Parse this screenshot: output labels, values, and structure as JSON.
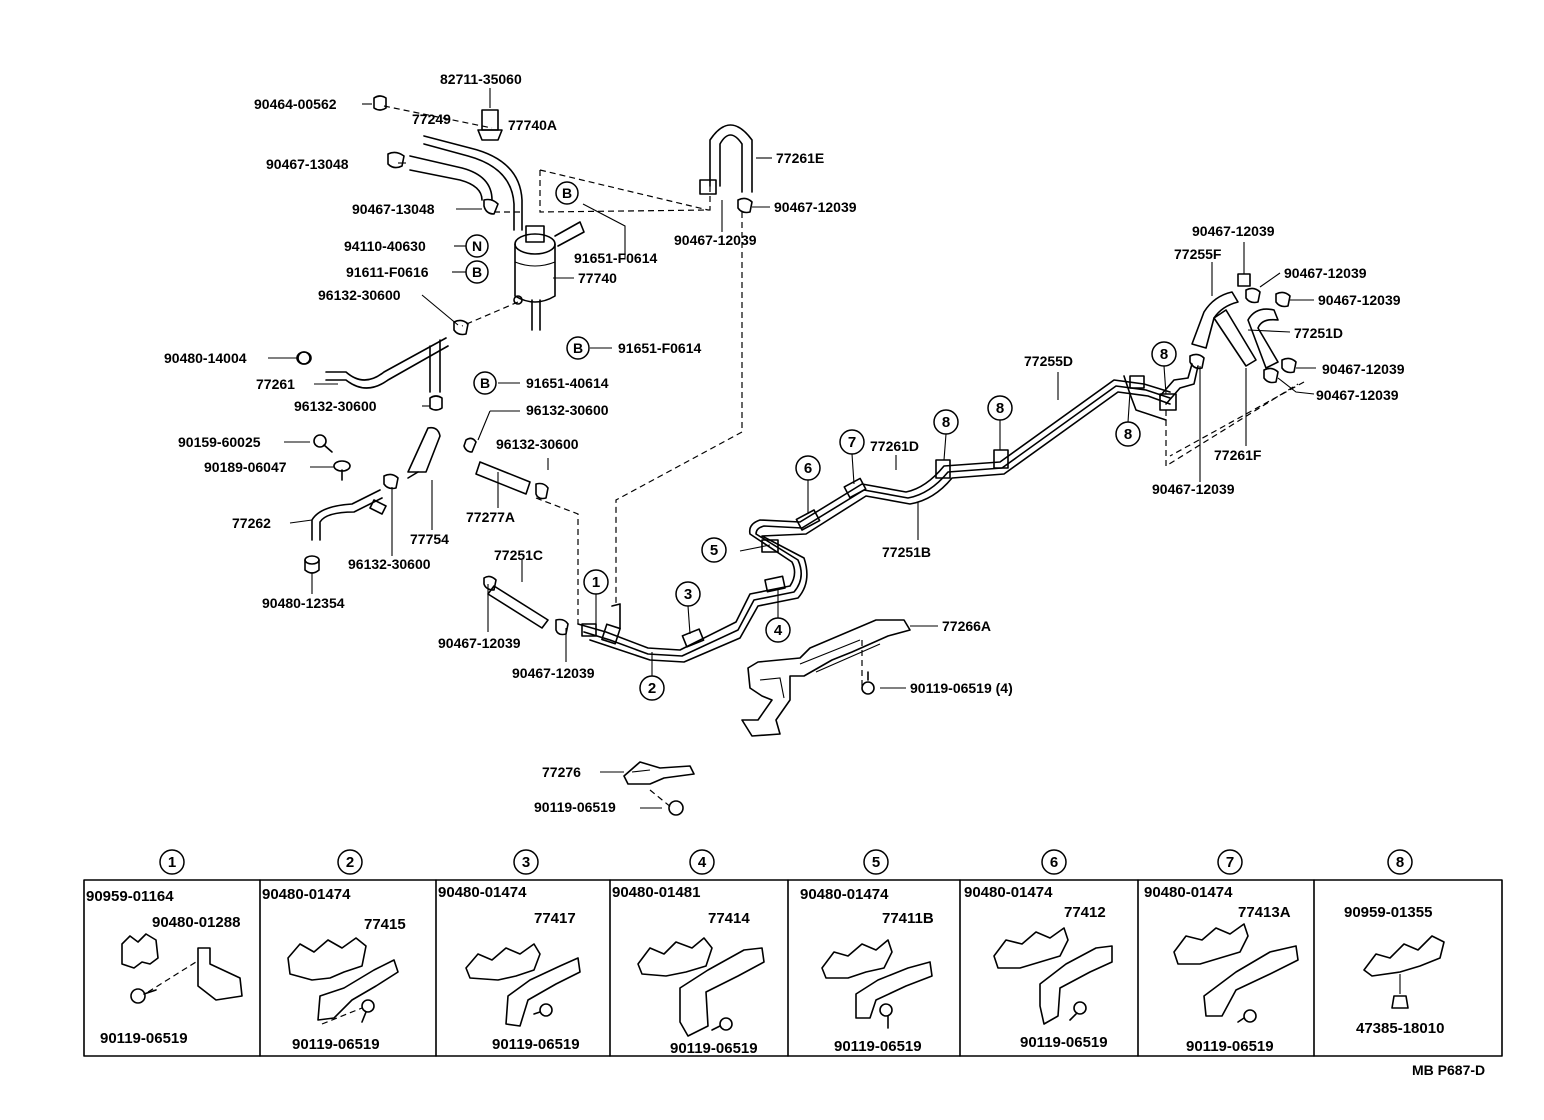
{
  "diagram_code": "MB  P687-D",
  "part_labels": {
    "p82711_35060": "82711-35060",
    "p90464_00562": "90464-00562",
    "p77249": "77249",
    "p77740A": "77740A",
    "p90467_13048_a": "90467-13048",
    "p90467_13048_b": "90467-13048",
    "p94110_40630": "94110-40630",
    "p91611_F0616": "91611-F0616",
    "p91651_F0614_a": "91651-F0614",
    "p77740": "77740",
    "p96132_30600_a": "96132-30600",
    "p91651_F0614_b": "91651-F0614",
    "p90480_14004": "90480-14004",
    "p77261": "77261",
    "p91651_40614": "91651-40614",
    "p96132_30600_b": "96132-30600",
    "p96132_30600_c": "96132-30600",
    "p96132_30600_d": "96132-30600",
    "p90159_60025": "90159-60025",
    "p90189_06047": "90189-06047",
    "p77262": "77262",
    "p77754": "77754",
    "p77277A": "77277A",
    "p96132_30600_e": "96132-30600",
    "p90480_12354": "90480-12354",
    "p77251C": "77251C",
    "p90467_12039_a": "90467-12039",
    "p90467_12039_b": "90467-12039",
    "p77261E": "77261E",
    "p90467_12039_c": "90467-12039",
    "p90467_12039_d": "90467-12039",
    "p77261D": "77261D",
    "p77251B": "77251B",
    "p77255D": "77255D",
    "p90467_12039_e": "90467-12039",
    "p77255F": "77255F",
    "p90467_12039_f": "90467-12039",
    "p90467_12039_g": "90467-12039",
    "p77251D": "77251D",
    "p90467_12039_h": "90467-12039",
    "p90467_12039_i": "90467-12039",
    "p77261F": "77261F",
    "p90467_12039_j": "90467-12039",
    "p77266A": "77266A",
    "p90119_06519_a": "90119-06519 (4)",
    "p77276": "77276",
    "p90119_06519_b": "90119-06519"
  },
  "circle_letters": {
    "B": "B",
    "N": "N"
  },
  "callout_numbers": [
    "1",
    "2",
    "3",
    "4",
    "5",
    "6",
    "7",
    "8"
  ],
  "detail_panels": [
    {
      "num": "1",
      "labels": [
        "90959-01164",
        "90480-01288",
        "90119-06519"
      ]
    },
    {
      "num": "2",
      "labels": [
        "90480-01474",
        "77415",
        "90119-06519"
      ]
    },
    {
      "num": "3",
      "labels": [
        "90480-01474",
        "77417",
        "90119-06519"
      ]
    },
    {
      "num": "4",
      "labels": [
        "90480-01481",
        "77414",
        "90119-06519"
      ]
    },
    {
      "num": "5",
      "labels": [
        "90480-01474",
        "77411B",
        "90119-06519"
      ]
    },
    {
      "num": "6",
      "labels": [
        "90480-01474",
        "77412",
        "90119-06519"
      ]
    },
    {
      "num": "7",
      "labels": [
        "90480-01474",
        "77413A",
        "90119-06519"
      ]
    },
    {
      "num": "8",
      "labels": [
        "90959-01355",
        "47385-18010"
      ]
    }
  ]
}
